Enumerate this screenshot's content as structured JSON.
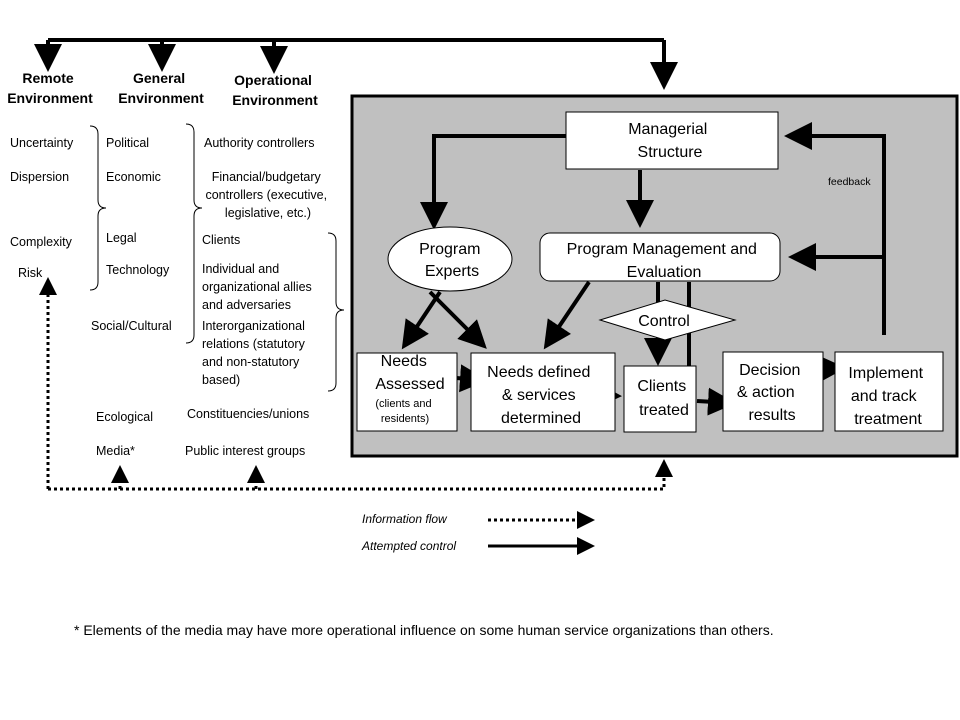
{
  "headers": {
    "remote": [
      "Remote",
      "Environment"
    ],
    "general": [
      "General",
      "Environment"
    ],
    "operational": [
      "Operational",
      "Environment"
    ]
  },
  "remote_items": [
    "Uncertainty",
    "Dispersion",
    "Complexity",
    "Risk"
  ],
  "general_items": [
    "Political",
    "Economic",
    "Legal",
    "Technology",
    "Social/Cultural",
    "Ecological",
    "Media*"
  ],
  "operational_items": {
    "authority": "Authority controllers",
    "financial": [
      "Financial/budgetary",
      "controllers (executive,",
      "legislative, etc.)"
    ],
    "clients": "Clients",
    "individual": [
      "Individual and",
      "organizational allies",
      "and adversaries"
    ],
    "interorg": [
      "Interorganizational",
      "relations (statutory",
      "and non-statutory",
      "based)"
    ],
    "constituencies": "Constituencies/unions",
    "public": "Public interest groups"
  },
  "org": {
    "managerial": [
      "Managerial",
      "Structure"
    ],
    "experts": [
      "Program",
      "Experts"
    ],
    "pme": [
      "Program Management and",
      "Evaluation"
    ],
    "control": "Control",
    "feedback": "feedback",
    "needs_assessed": [
      "Needs",
      "Assessed"
    ],
    "needs_assessed_sub": [
      "(clients and",
      "residents)"
    ],
    "needs_defined": [
      "Needs defined",
      "& services",
      "determined"
    ],
    "clients_treated": [
      "Clients",
      "treated"
    ],
    "decision": [
      "Decision",
      "& action",
      "results"
    ],
    "implement": [
      "Implement",
      "and track",
      "treatment"
    ]
  },
  "legend": {
    "information_flow": "Information flow",
    "attempted_control": "Attempted control"
  },
  "footnote": "* Elements of the media may have more operational influence on some human service organizations than others."
}
